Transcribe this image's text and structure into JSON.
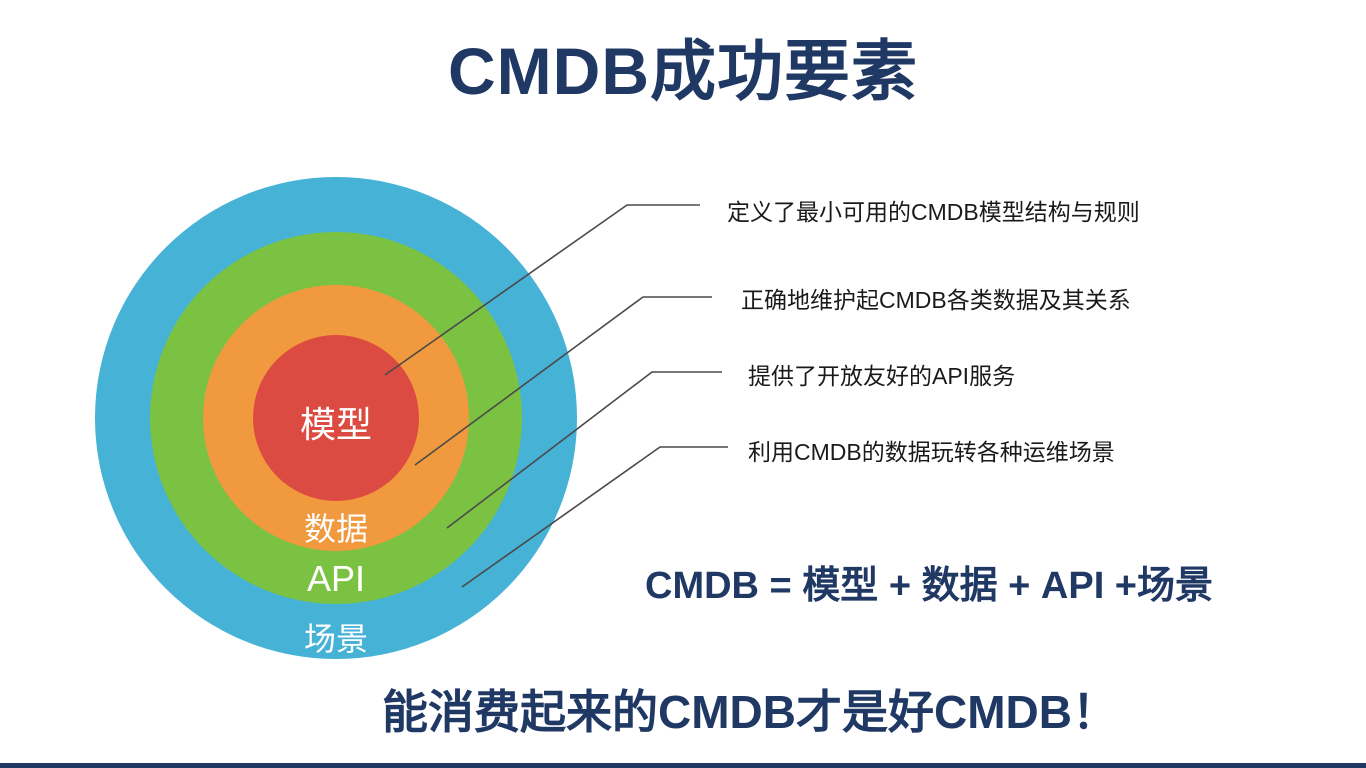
{
  "slide": {
    "title": "CMDB成功要素",
    "equation": "CMDB = 模型 + 数据 + API +场景",
    "footer": "能消费起来的CMDB才是好CMDB！"
  },
  "diagram": {
    "type": "concentric-rings",
    "rings": [
      {
        "name": "场景",
        "color": "#45B2D6"
      },
      {
        "name": "API",
        "color": "#7CC242"
      },
      {
        "name": "数据",
        "color": "#F0993F"
      },
      {
        "name": "模型",
        "color": "#DC4B41"
      }
    ],
    "annotations": [
      {
        "text": "定义了最小可用的CMDB模型结构与规则",
        "points_to": "模型"
      },
      {
        "text": "正确地维护起CMDB各类数据及其关系",
        "points_to": "数据"
      },
      {
        "text": "提供了开放友好的API服务",
        "points_to": "API"
      },
      {
        "text": "利用CMDB的数据玩转各种运维场景",
        "points_to": "场景"
      }
    ]
  },
  "colors": {
    "navy_text": "#1F3864",
    "ring_scene_blue": "#45B2D6",
    "ring_api_green": "#7CC242",
    "ring_data_orange": "#F0993F",
    "ring_model_red": "#DC4B41",
    "connector_line": "#4A4A4A",
    "annotation_text": "#1A1A1A",
    "bottom_bar": "#1F3864",
    "background": "#FFFFFF"
  }
}
